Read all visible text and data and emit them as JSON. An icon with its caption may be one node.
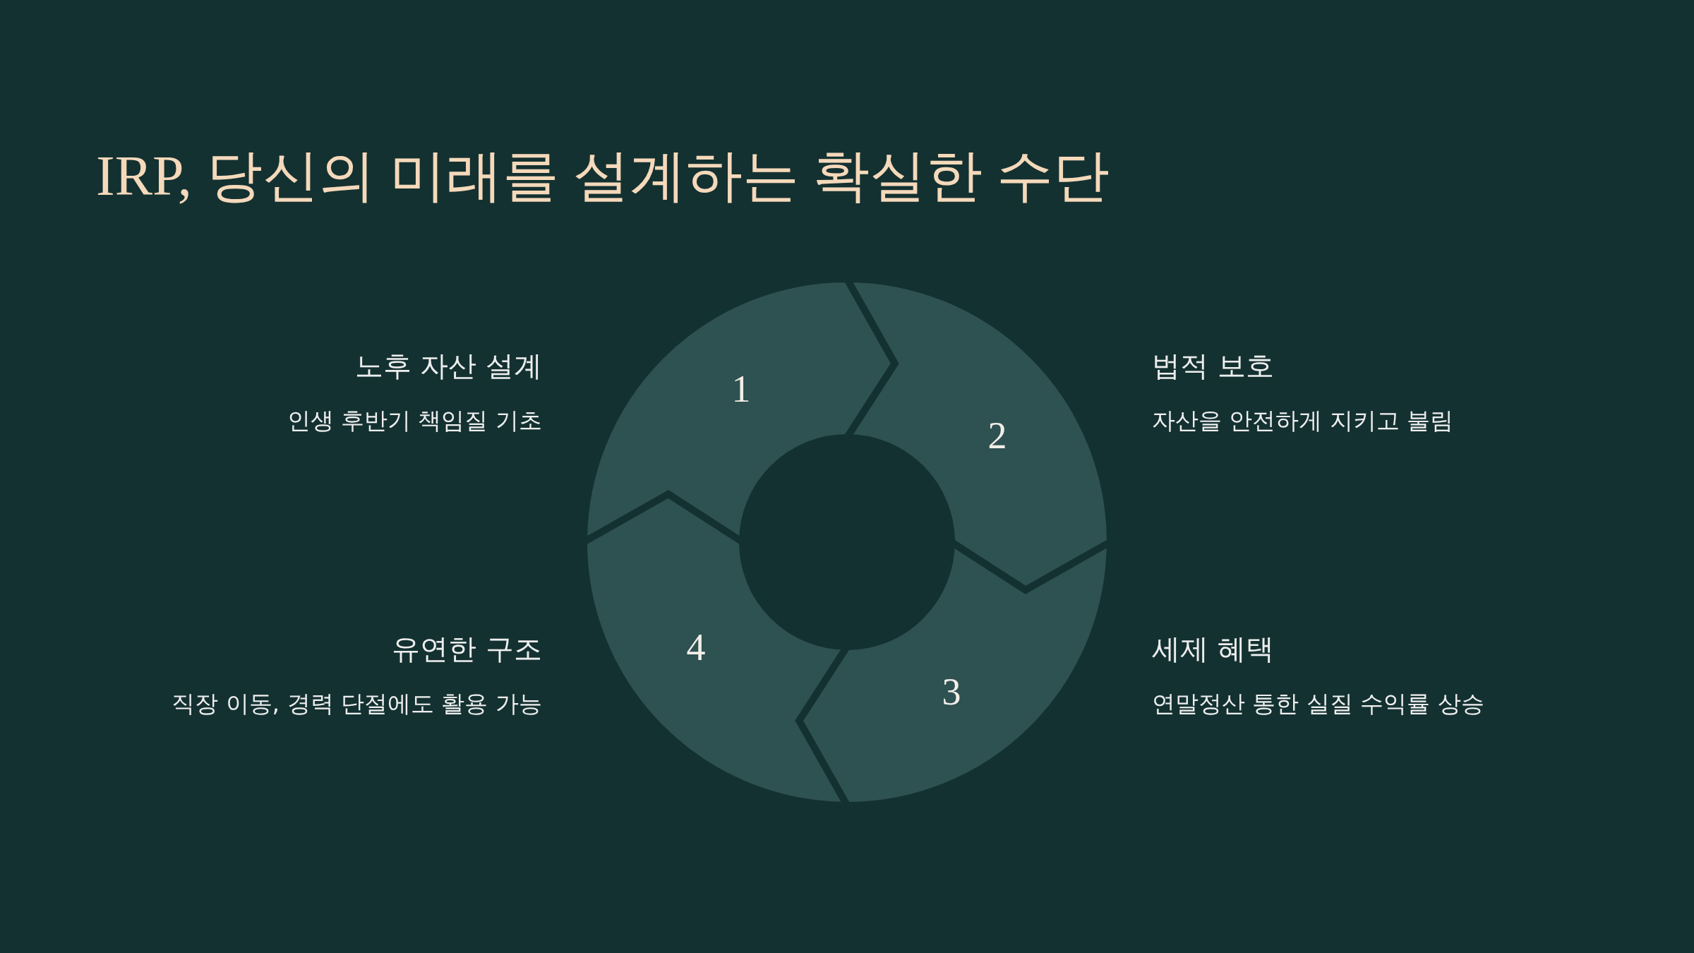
{
  "diagram": {
    "title": "IRP, 당신의 미래를 설계하는 확실한 수단",
    "nodes": [
      {
        "text": [
          "1"
        ],
        "beside": [
          "노후 자산 설계",
          "인생 후반기 책임질 기초"
        ]
      },
      {
        "text": [
          "2"
        ],
        "beside": [
          "법적 보호",
          "자산을 안전하게 지키고 불림"
        ]
      },
      {
        "text": [
          "3"
        ],
        "beside": [
          "세제 혜택",
          "연말정산 통한 실질 수익률 상승"
        ]
      },
      {
        "text": [
          "4"
        ],
        "beside": [
          "유연한 구조",
          "직장 이동, 경력 단절에도 활용 가능"
        ]
      }
    ]
  }
}
